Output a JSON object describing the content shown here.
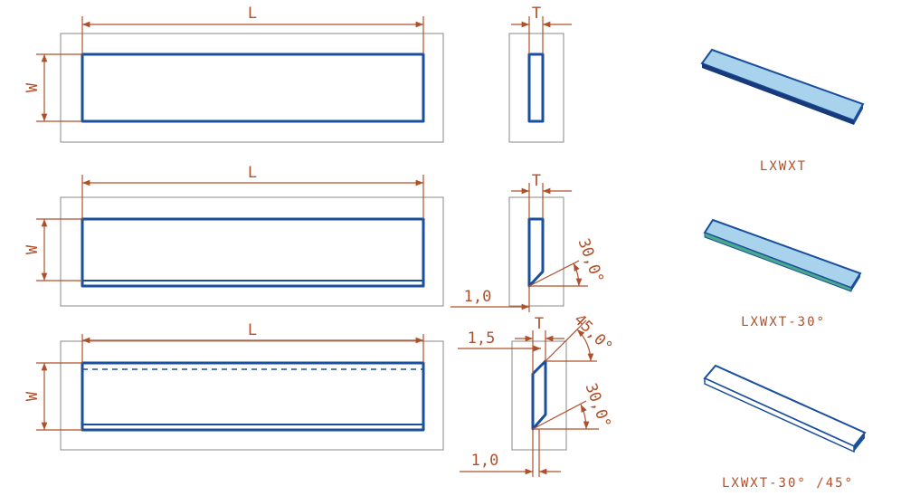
{
  "dims": {
    "length": "L",
    "width": "W",
    "thickness": "T",
    "angle_30": "30,0°",
    "angle_45": "45,0°",
    "edge_1_0": "1,0",
    "edge_1_5": "1,5"
  },
  "captions": {
    "plain": "LXWXT",
    "bevel_30": "LXWXT-30°",
    "bevel_30_45": "LXWXT-30° /45°"
  },
  "colors": {
    "dimension": "#b0502a",
    "outline": "#1a4f9c",
    "frame": "#8a8a8a",
    "render_fill": "#a9d2ec",
    "render_edge_green": "#4aa88c"
  }
}
